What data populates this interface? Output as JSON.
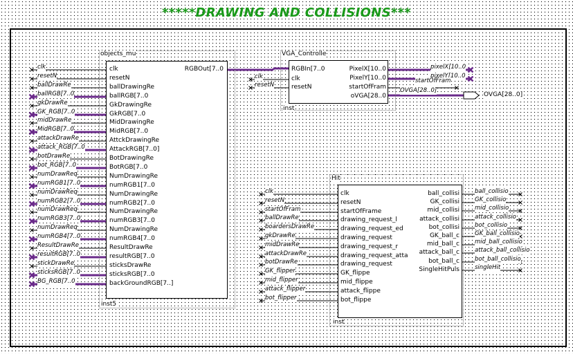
{
  "title": "*****DRAWING AND COLLISIONS***",
  "colors": {
    "title": "#1a9a1a",
    "bus": "#6a2a8a",
    "wire": "#000000"
  },
  "objects": {
    "name": "objects_mu",
    "inst": "inst5",
    "inputs": [
      "clk",
      "resetN",
      "ballDrawingRe",
      "ballRGB[7..0",
      "GkDrawingRe",
      "GkRGB[7..0",
      "MidDrawingRe",
      "MidRGB[7..0",
      "AttckDrawingRe",
      "AttackRGB[7..0]",
      "BotDrawingRe",
      "BotRGB[7..0",
      "NumDrawingRe",
      "numRGB1[7..0",
      "NumDrawingRe",
      "numRGB2[7..0",
      "NumDrawingRe",
      "numRGB3[7..0",
      "NumDrawingRe",
      "numRGB4[7..0",
      "ResultDrawRe",
      "resultRGB[7..0",
      "sticksDrawRe",
      "sticksRGB[7..0",
      "backGroundRGB[7..]"
    ],
    "input_bus": [
      false,
      false,
      false,
      true,
      false,
      true,
      false,
      true,
      false,
      true,
      false,
      true,
      false,
      true,
      false,
      true,
      false,
      true,
      false,
      true,
      false,
      true,
      false,
      true,
      true
    ],
    "output": "RGBOut[7..0"
  },
  "objects_io": [
    "clk",
    "resetN",
    "ballDrawRe",
    "ballRGB[7..0",
    "gkDrawRe",
    "GK_RGB[7..0",
    "midDrawRe",
    "MidRGB[7..0",
    "attackDrawRe",
    "attack_RGB[7..0",
    "botDrawRe",
    "bot_RGB[7..0",
    "numDrawReq",
    "numRGB1[7..0",
    "numDrawReq",
    "numRGB2[7..0",
    "numDrawReq",
    "numRGB3[7..0",
    "numDrawReq",
    "numRGB4[7..0",
    "ResultDrawRe",
    "resultRGB[7..0",
    "stickDrawRe",
    "sticksRGB[7..0",
    "BG_RGB[7..0"
  ],
  "vga": {
    "name": "VGA_Controlle",
    "inst": "inst",
    "inputs": [
      "RGBIn[7..0",
      "clk",
      "resetN"
    ],
    "input_labels": [
      "clk",
      "resetN"
    ],
    "outputs": [
      "PixelX[10..0",
      "PixelY[10..0",
      "startOfFram",
      "oVGA[28..0"
    ],
    "output_labels": [
      "pixelX[10..0",
      "pixelY[10..0",
      "startOfFram",
      "OVGA[28..0]"
    ],
    "output_port": "OVGA[28..0]"
  },
  "hit": {
    "name": "Hit",
    "inst": "inst",
    "inputs": [
      "clk",
      "resetN",
      "startOfFrame",
      "drawing_request_l",
      "drawing_request_ed",
      "drawing_request",
      "drawing_request_r",
      "drawing_request_atta",
      "drawing_request",
      "GK_flippe",
      "mid_flippe",
      "attack_flippe",
      "bot_flippe"
    ],
    "input_labels": [
      "clk",
      "resetN",
      "startOfFram",
      "ballDrawRe",
      "boardersDrawRe",
      "gkDrawRe",
      "midDrawRe",
      "attackDrawRe",
      "botDrawRe",
      "GK_flipper",
      "mid_flipper",
      "attack_flipper",
      "bot_flipper"
    ],
    "outputs": [
      "ball_collisi",
      "GK_collisi",
      "mid_collisi",
      "attack_collisi",
      "bot_collisi",
      "GK_ball_c",
      "mid_ball_c",
      "attack_ball_c",
      "bot_ball_c",
      "SingleHitPuls"
    ],
    "output_labels": [
      "ball_collisio",
      "GK_collisio",
      "mid_collisio",
      "attack_collisio",
      "bot_collisio",
      "GK_ball_collisio",
      "mid_ball_collisio",
      "attack_ball_collisio",
      "bot_ball_collisio",
      "singleHit"
    ]
  }
}
